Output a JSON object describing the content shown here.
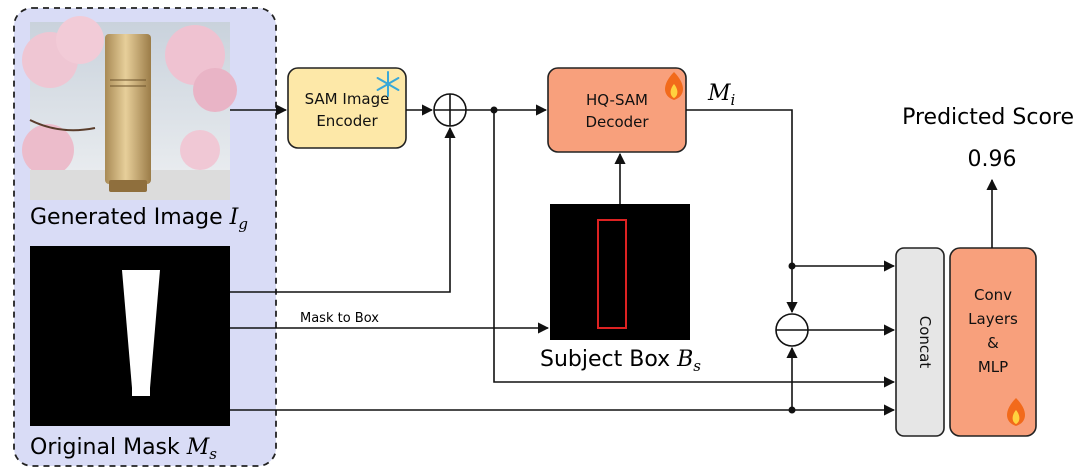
{
  "inputs": {
    "generated_image": {
      "label": "Generated Image ",
      "symbol": "I",
      "sub": "g"
    },
    "original_mask": {
      "label": "Original Mask ",
      "symbol": "M",
      "sub": "s"
    }
  },
  "blocks": {
    "sam_encoder": {
      "line1": "SAM Image",
      "line2": "Encoder",
      "status_icon": "snowflake-icon",
      "fill": "#fde8a8"
    },
    "hq_sam_decoder": {
      "line1": "HQ-SAM",
      "line2": "Decoder",
      "status_icon": "fire-icon",
      "fill": "#f8a07c"
    },
    "concat": {
      "label": "Concat",
      "fill": "#e6e6e6"
    },
    "conv": {
      "line1": "Conv",
      "line2": "Layers",
      "line3": "&",
      "line4": "MLP",
      "status_icon": "fire-icon",
      "fill": "#f8a07c"
    }
  },
  "edges": {
    "decoder_output": {
      "symbol": "M",
      "sub": "i"
    },
    "mask_to_box": "Mask to Box"
  },
  "subject_box": {
    "label": "Subject Box ",
    "symbol": "B",
    "sub": "s"
  },
  "output": {
    "title": "Predicted Score",
    "value": "0.96"
  },
  "colors": {
    "input_panel": "#d9dcf6",
    "encoder": "#fde8a8",
    "decoder": "#f8a07c",
    "concat": "#e6e6e6"
  }
}
